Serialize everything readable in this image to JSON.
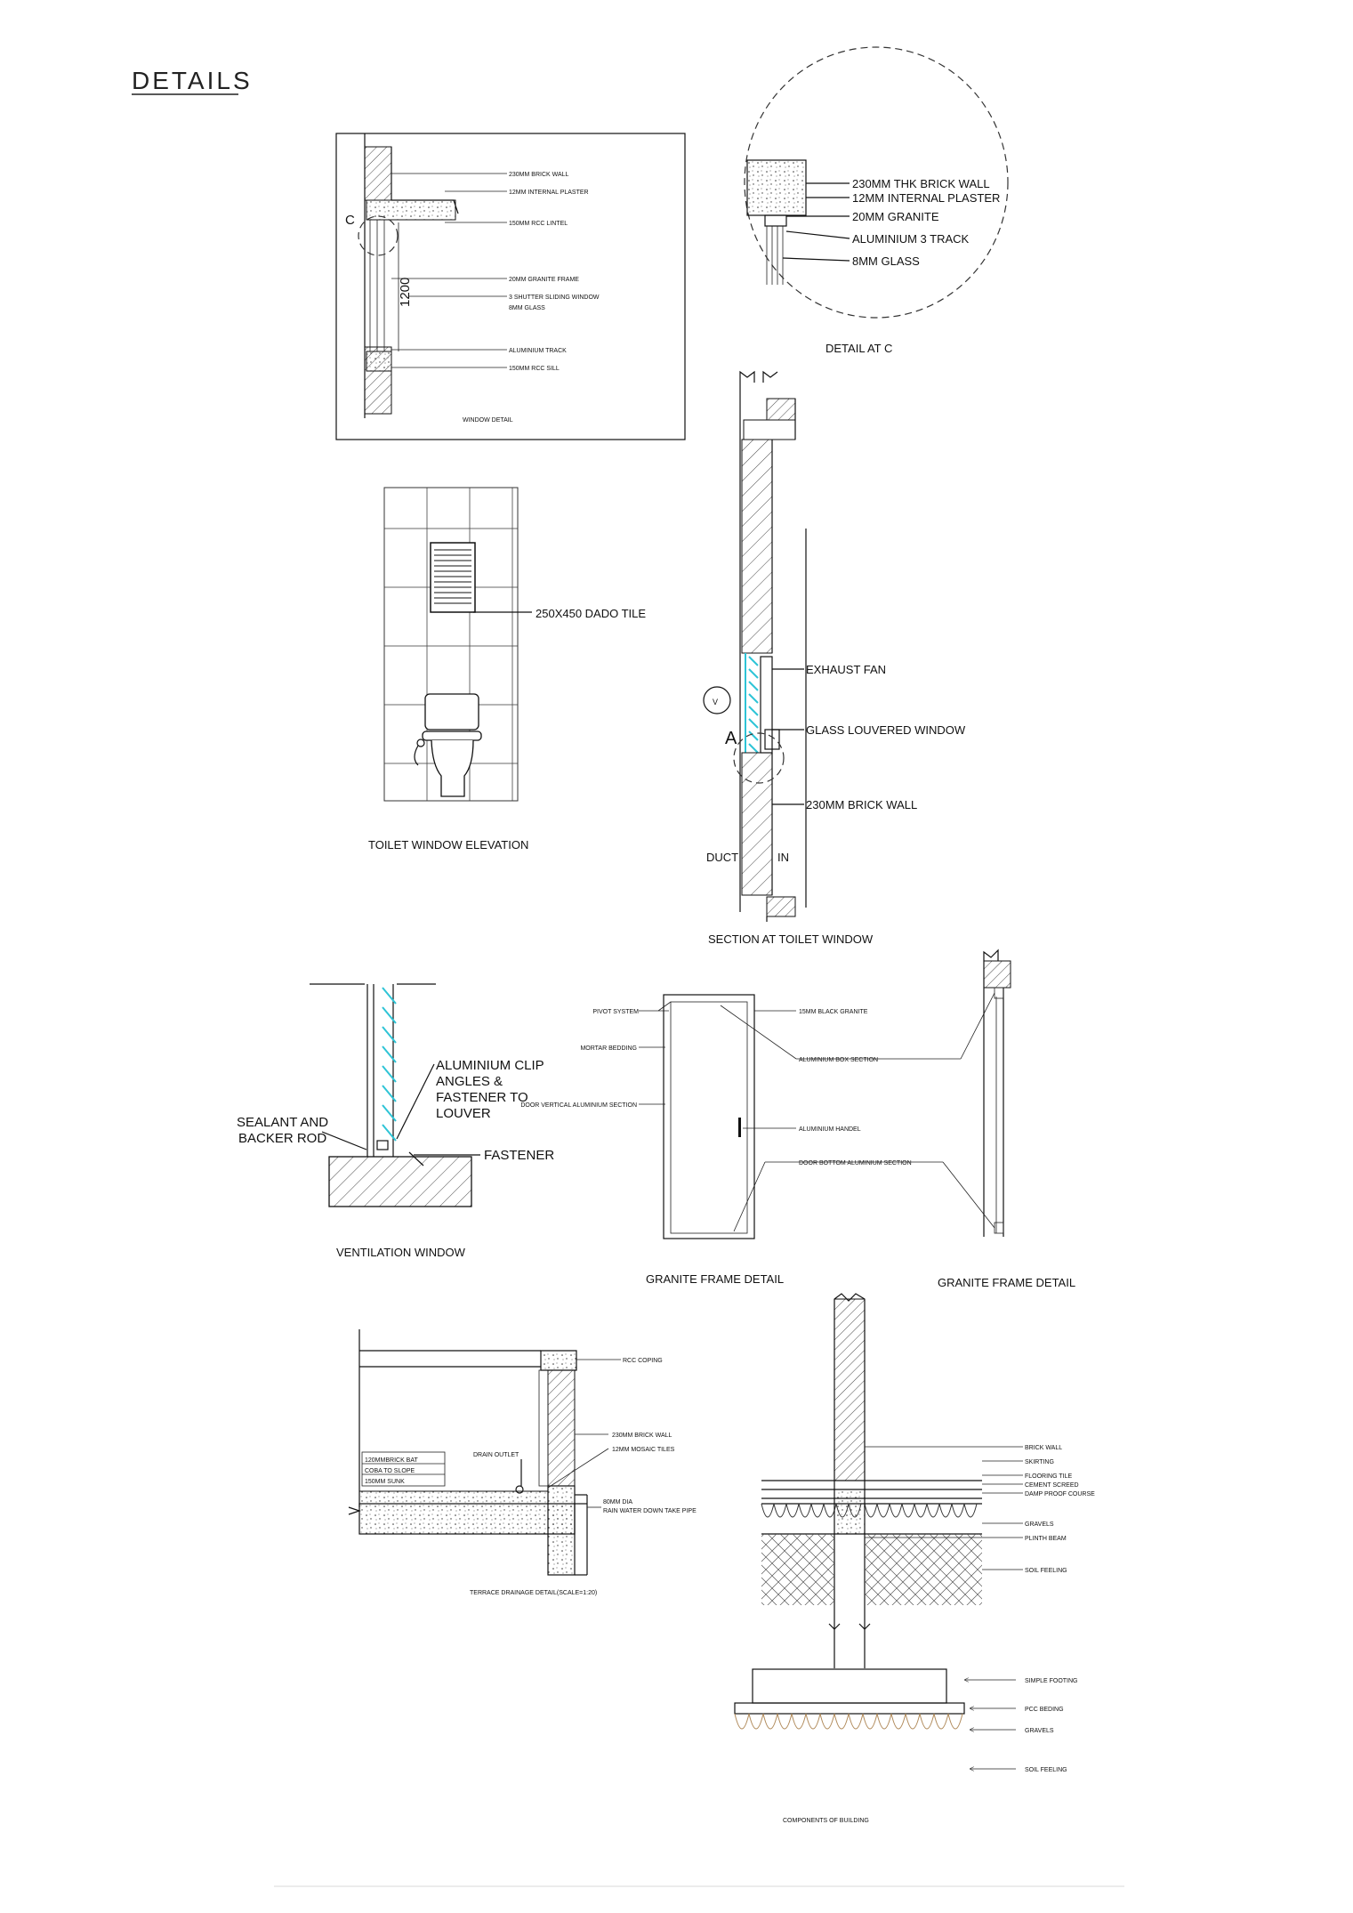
{
  "page_title": "DETAILS",
  "window_detail": {
    "caption": "WINDOW DETAIL",
    "dimension": "1200",
    "callout": "C",
    "labels": [
      "230MM BRICK WALL",
      "12MM INTERNAL PLASTER",
      "150MM RCC LINTEL",
      "20MM GRANITE FRAME",
      "3 SHUTTER SLIDING WINDOW",
      "8MM GLASS",
      "ALUMINIUM TRACK",
      "150MM RCC SILL"
    ]
  },
  "detail_c": {
    "caption": "DETAIL AT C",
    "labels": [
      "230MM THK BRICK WALL",
      "12MM INTERNAL PLASTER",
      "20MM GRANITE",
      "ALUMINIUM 3 TRACK",
      "8MM GLASS"
    ]
  },
  "toilet_elevation": {
    "caption": "TOILET WINDOW ELEVATION",
    "label": "250X450 DADO TILE"
  },
  "toilet_section": {
    "caption": "SECTION AT TOILET WINDOW",
    "labels": [
      "EXHAUST FAN",
      "GLASS LOUVERED WINDOW",
      "230MM BRICK WALL"
    ],
    "duct": "DUCT",
    "in": "IN",
    "v_mark": "V",
    "a_mark": "A"
  },
  "ventilation_window": {
    "caption": "VENTILATION WINDOW",
    "clip_lines": [
      "ALUMINIUM CLIP",
      "ANGLES &",
      "FASTENER TO",
      "LOUVER"
    ],
    "sealant_lines": [
      "SEALANT AND",
      "BACKER ROD"
    ],
    "fastener": "FASTENER"
  },
  "granite_frame_1": {
    "caption": "GRANITE FRAME DETAIL",
    "left_labels": [
      "PIVOT SYSTEM",
      "MORTAR BEDDING",
      "DOOR VERTICAL ALUMINIUM SECTION"
    ],
    "right_labels": [
      "15MM BLACK GRANITE",
      "ALUMINIUM BOX SECTION",
      "ALUMINIUM HANDEL",
      "DOOR BOTTOM ALUMINIUM SECTION"
    ]
  },
  "granite_frame_2": {
    "caption": "GRANITE FRAME DETAIL"
  },
  "terrace": {
    "caption": "TERRACE DRAINAGE DETAIL(SCALE=1:20)",
    "labels": [
      "RCC COPING",
      "230MM BRICK WALL",
      "12MM MOSAIC TILES",
      "80MM DIA",
      "RAIN WATER DOWN TAKE PIPE"
    ],
    "drain_outlet": "DRAIN OUTLET",
    "box_lines": [
      "120MMBRICK BAT",
      "COBA TO SLOPE",
      "150MM SUNK"
    ]
  },
  "components": {
    "caption": "COMPONENTS OF BUILDING",
    "labels": [
      "BRICK WALL",
      "SKIRTING",
      "FLOORING TILE",
      "CEMENT SCREED",
      "DAMP PROOF COURSE",
      "GRAVELS",
      "PLINTH BEAM",
      "SOIL FEELING",
      "SIMPLE FOOTING",
      "PCC BEDING",
      "GRAVELS",
      "SOIL FEELING"
    ]
  }
}
